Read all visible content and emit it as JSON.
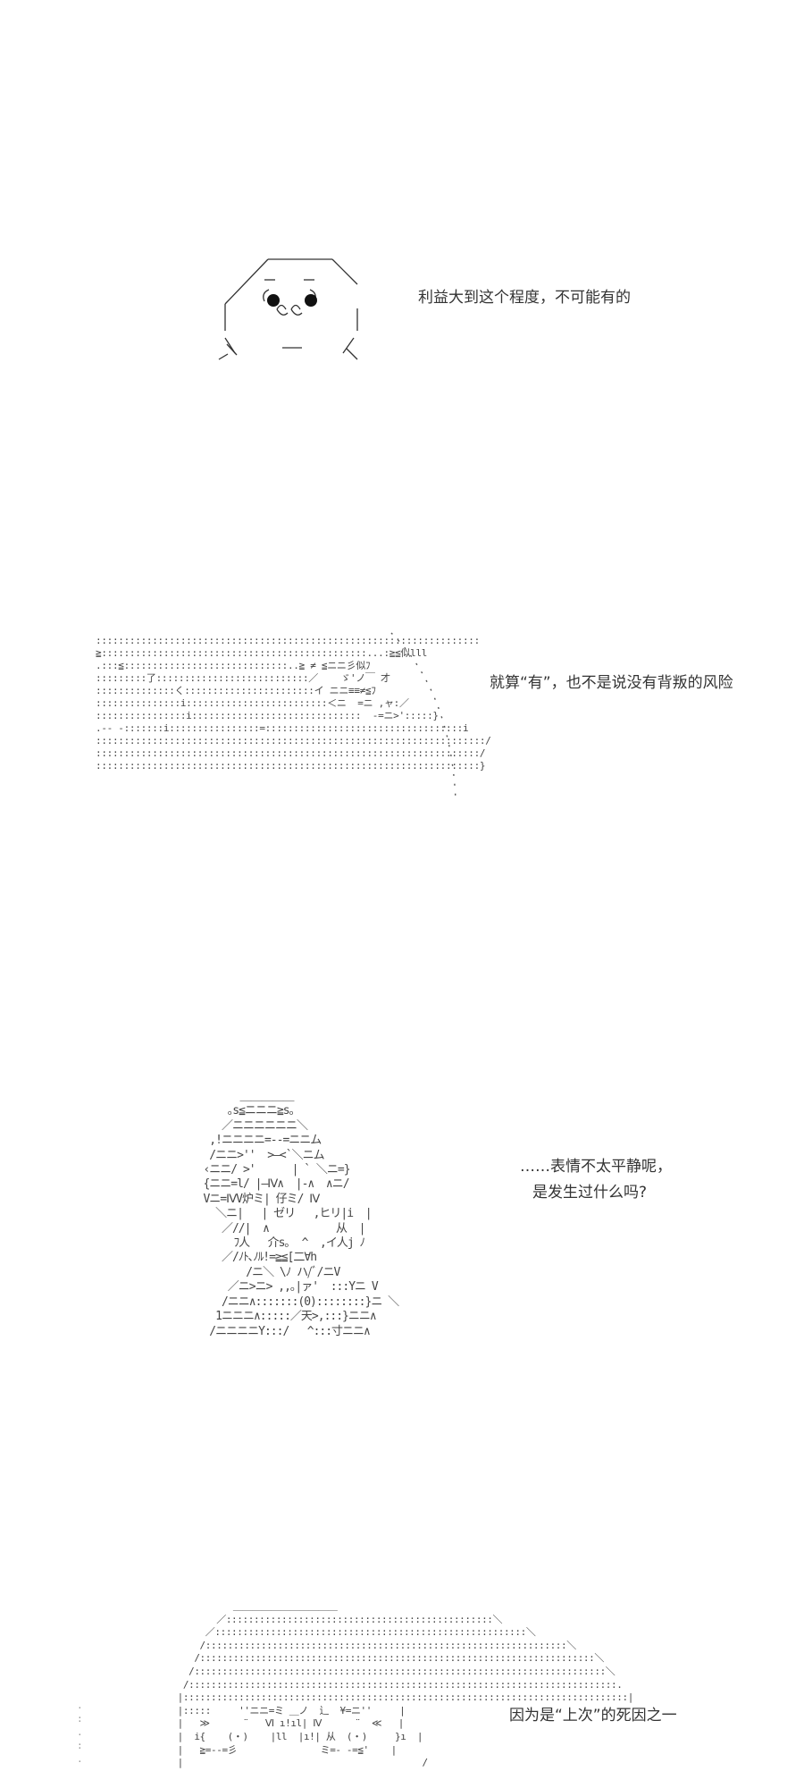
{
  "panels": [
    {
      "caption_lines": [
        "利益大到这个程度，不可能有的"
      ]
    },
    {
      "caption_lines": [
        "就算“有”，也不是说没有背叛的风险"
      ]
    },
    {
      "caption_lines": [
        "……表情不太平静呢，",
        "是发生过什么吗?"
      ]
    },
    {
      "caption_lines": [
        "因为是“上次”的死因之一"
      ]
    }
  ]
}
